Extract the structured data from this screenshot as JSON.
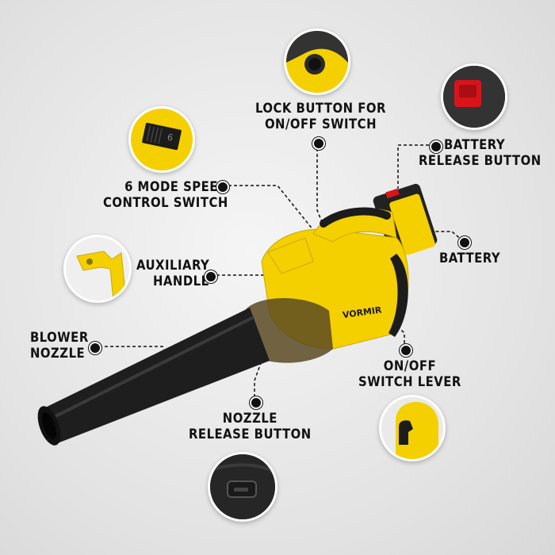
{
  "brand": "VORMIR",
  "callouts": {
    "lock_button": [
      "LOCK BUTTON FOR",
      "ON/OFF SWITCH"
    ],
    "battery_release": [
      "BATTERY",
      "RELEASE BUTTON"
    ],
    "speed_switch": [
      "6 MODE SPEED",
      "CONTROL SWITCH"
    ],
    "battery": [
      "BATTERY"
    ],
    "aux_handle": [
      "AUXILIARY",
      "HANDLE"
    ],
    "blower_nozzle": [
      "BLOWER",
      "NOZZLE"
    ],
    "onoff_lever": [
      "ON/OFF",
      "SWITCH LEVER"
    ],
    "nozzle_release": [
      "NOZZLE",
      "RELEASE BUTTON"
    ]
  },
  "speed_dial_text": "6",
  "colors": {
    "yellow": "#f5d000",
    "black": "#1c1c1c",
    "red": "#d8141b"
  }
}
